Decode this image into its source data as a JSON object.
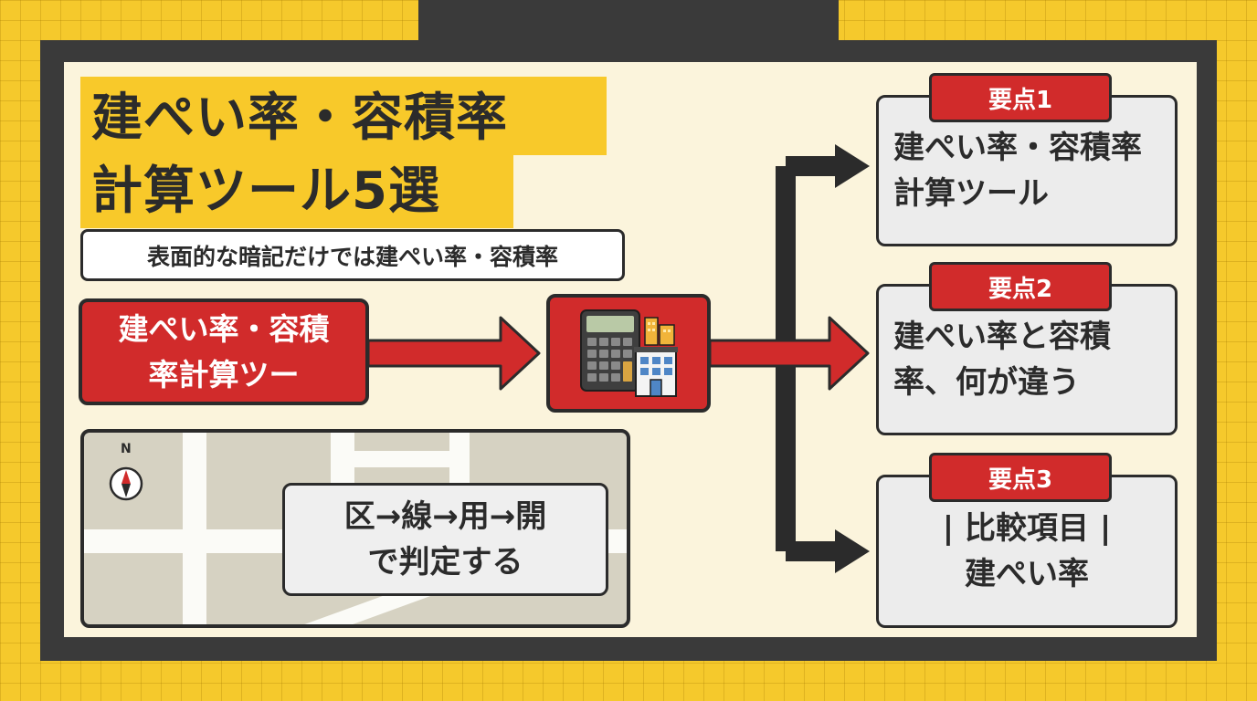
{
  "title": {
    "line1": "建ぺい率・容積率",
    "line2": "計算ツール5選"
  },
  "subtitle": "表面的な暗記だけでは建ぺい率・容積率",
  "input_box": {
    "line1": "建ぺい率・容積",
    "line2": "率計算ツー"
  },
  "map": {
    "compass_label": "N",
    "card_line1": "区→線→用→開",
    "card_line2": "で判定する"
  },
  "center_icon": "calculator-building-icon",
  "points": [
    {
      "badge": "要点1",
      "line1": "建ぺい率・容積率",
      "line2": "計算ツール"
    },
    {
      "badge": "要点2",
      "line1": "建ぺい率と容積",
      "line2": "率、何が違う"
    },
    {
      "badge": "要点3",
      "line1": "| 比較項目 |",
      "line2": "建ぺい率"
    }
  ],
  "colors": {
    "background": "#f5c92c",
    "frame": "#3a3a3a",
    "panel": "#fbf4dc",
    "accent_red": "#d12b2b",
    "card": "#ececec"
  }
}
